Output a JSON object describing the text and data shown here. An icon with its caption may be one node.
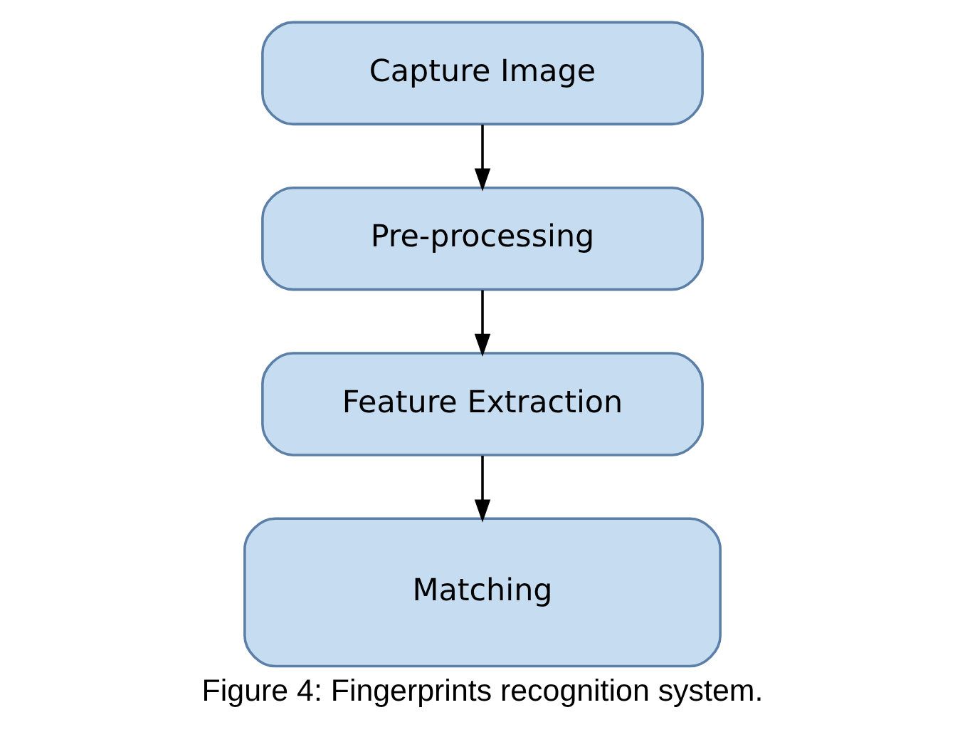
{
  "diagram": {
    "caption": "Figure 4: Fingerprints recognition system.",
    "nodes": [
      {
        "text": [
          "Capture Image"
        ]
      },
      {
        "text": [
          "Pre-processing"
        ]
      },
      {
        "text": [
          "Feature Extraction"
        ]
      },
      {
        "text": [
          "Matching"
        ]
      }
    ],
    "edges": [
      {
        "from": 0,
        "to": 1,
        "arrow": "to"
      },
      {
        "from": 1,
        "to": 2,
        "arrow": "to"
      },
      {
        "from": 2,
        "to": 3,
        "arrow": "to"
      }
    ]
  }
}
